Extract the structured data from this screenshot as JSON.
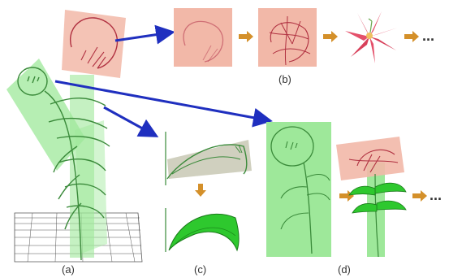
{
  "labels": {
    "a": "(a)",
    "b": "(b)",
    "c": "(c)",
    "d": "(d)"
  },
  "ellipsis": "...",
  "colors": {
    "flower_panel": "#f2b8a8",
    "stem_panel": "#9ee89a",
    "sketch_stroke": "#b03040",
    "stem_stroke": "#3a8a3a",
    "blue_arrow": "#1f2fbf",
    "orange_arrow": "#d4902a",
    "leaf_fill": "#2ec82e",
    "grid": "#555555"
  }
}
